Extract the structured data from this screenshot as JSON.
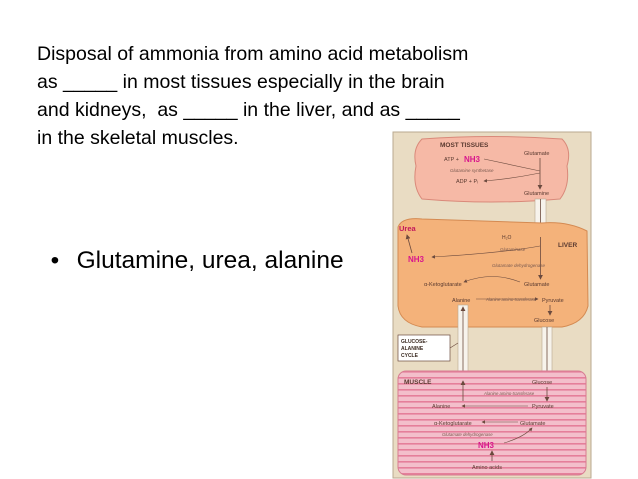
{
  "slide": {
    "question_lines": [
      "Disposal of ammonia from amino acid metabolism",
      "as _____ in most tissues especially in the brain",
      "and kidneys,  as _____ in the liver, and as _____",
      "in the skeletal muscles."
    ],
    "bullet_symbol": "•",
    "answer": "Glutamine, urea, alanine"
  },
  "figure": {
    "tissues": {
      "title": "MOST TISSUES",
      "atp": "ATP +",
      "nh3": "NH3",
      "glutamate": "Glutamate",
      "enzyme": "Glutamine synthetase",
      "adp": "ADP + Pᵢ",
      "glutamine": "Glutamine"
    },
    "liver": {
      "title": "LIVER",
      "urea": "Urea",
      "h2o": "H₂O",
      "glutaminase": "Glutaminase",
      "nh3": "NH3",
      "dehydrogenase": "Glutamate dehydrogenase",
      "ketoglutarate": "α-Ketoglutarate",
      "glutamate": "Glutamate",
      "alanine": "Alanine",
      "transferase": "Alanine amino-transferase",
      "pyruvate": "Pyruvate",
      "glucose": "Glucose"
    },
    "cycle_label": [
      "GLUCOSE-",
      "ALANINE",
      "CYCLE"
    ],
    "muscle": {
      "title": "MUSCLE",
      "glucose": "Glucose",
      "alanine": "Alanine",
      "transferase": "Alanine amino-transferase",
      "pyruvate": "Pyruvate",
      "ketoglutarate": "α-Ketoglutarate",
      "glutamate": "Glutamate",
      "dehydrogenase": "Glutamate dehydrogenase",
      "nh3": "NH3",
      "amino_acids": "Amino acids"
    },
    "colors": {
      "frame_bg": "#e9dcc3",
      "tissue_fill": "#f6b9a6",
      "liver_fill": "#f4b27a",
      "muscle_fill": "#f3bfcb",
      "muscle_stripe": "#e57f9a",
      "nh3_color": "#d8168c",
      "urea_color": "#c2185b",
      "label_color": "#5a3a30"
    }
  }
}
